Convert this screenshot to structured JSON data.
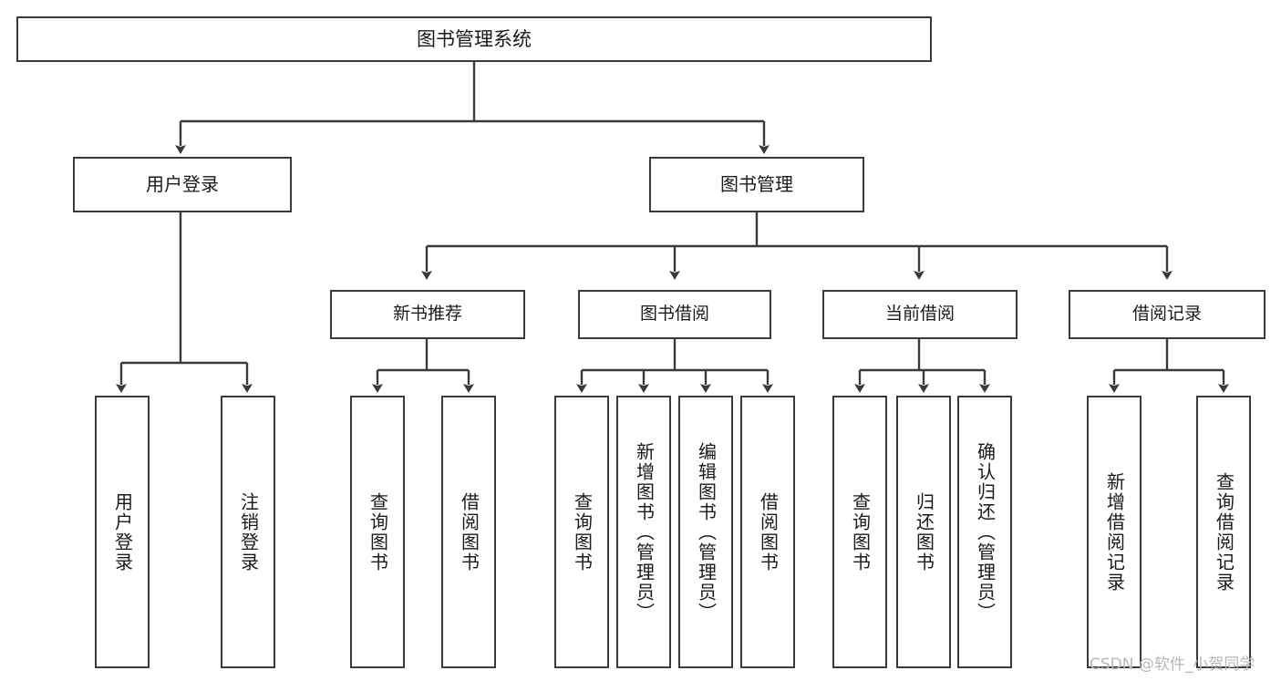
{
  "diagram": {
    "title": "图书管理系统",
    "type": "hierarchy-tree",
    "watermark": "CSDN @软件_小贺同学",
    "colors": {
      "stroke": "#3a3a3a",
      "fill": "#ffffff",
      "text": "#1a1a1a",
      "watermark": "#b8b8b8"
    },
    "root": {
      "label": "图书管理系统"
    },
    "level2": [
      {
        "label": "用户登录"
      },
      {
        "label": "图书管理"
      }
    ],
    "level3": [
      {
        "label": "新书推荐"
      },
      {
        "label": "图书借阅"
      },
      {
        "label": "当前借阅"
      },
      {
        "label": "借阅记录"
      }
    ],
    "leaves": {
      "user_login": [
        {
          "label": "用户登录"
        },
        {
          "label": "注销登录"
        }
      ],
      "new_book_recommend": [
        {
          "label": "查询图书"
        },
        {
          "label": "借阅图书"
        }
      ],
      "book_borrow": [
        {
          "label": "查询图书"
        },
        {
          "label": "新增图书（管理员）"
        },
        {
          "label": "编辑图书（管理员）"
        },
        {
          "label": "借阅图书"
        }
      ],
      "current_borrow": [
        {
          "label": "查询图书"
        },
        {
          "label": "归还图书"
        },
        {
          "label": "确认归还（管理员）"
        }
      ],
      "borrow_record": [
        {
          "label": "新增借阅记录"
        },
        {
          "label": "查询借阅记录"
        }
      ]
    }
  }
}
